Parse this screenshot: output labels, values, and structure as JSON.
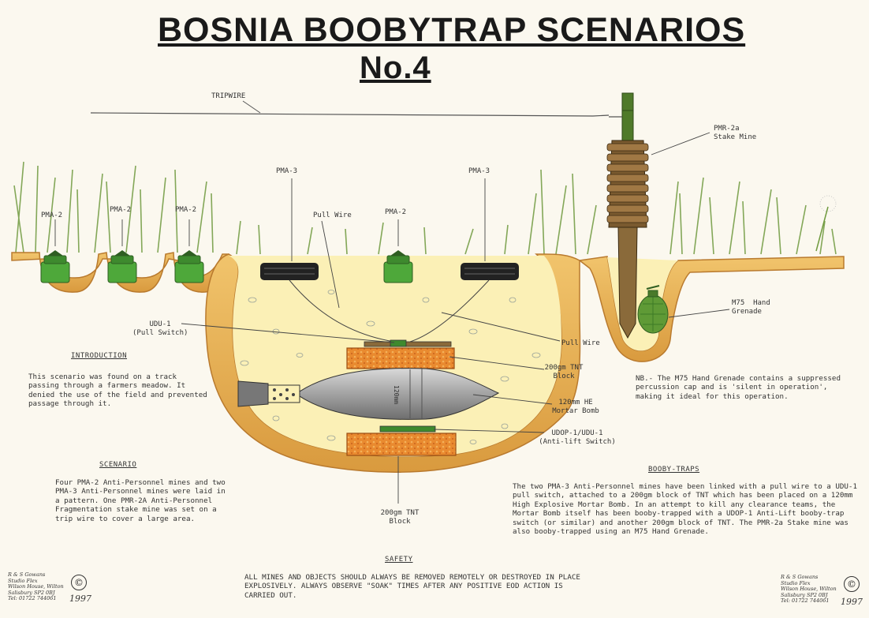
{
  "title": {
    "line1": "BOSNIA  BOOBYTRAP SCENARIOS",
    "line2": "No.4"
  },
  "labels": {
    "tripwire": "TRIPWIRE",
    "pma2": "PMA-2",
    "pma3": "PMA-3",
    "pull_wire": "Pull Wire",
    "pmr_line1": "PMR-2a",
    "pmr_line2": "Stake Mine",
    "m75_line1": "M75  Hand",
    "m75_line2": "Grenade",
    "udu_line1": "UDU-1",
    "udu_line2": "(Pull Switch)",
    "tnt_upper_line1": "200gm TNT",
    "tnt_upper_line2": "Block",
    "mortar_line1": "120mm HE",
    "mortar_line2": "Mortar Bomb",
    "udop_line1": "UDOP-1/UDU-1",
    "udop_line2": "(Anti-lift Switch)",
    "tnt_lower_line1": "200gm TNT",
    "tnt_lower_line2": "Block"
  },
  "introduction": {
    "heading": "INTRODUCTION",
    "text": "This scenario was found on a track passing through a farmers meadow. It denied the use of the field and prevented passage through it."
  },
  "scenario": {
    "heading": "SCENARIO",
    "text": "Four PMA-2 Anti-Personnel mines and two PMA-3 Anti-Personnel mines were laid in a pattern.    One PMR-2A Anti-Personnel Fragmentation stake mine was set on a trip wire to cover a large area."
  },
  "note": {
    "text": "NB.- The M75 Hand Grenade contains a suppressed percussion cap and is 'silent in operation', making it ideal for this operation."
  },
  "booby_traps": {
    "heading": "BOOBY-TRAPS",
    "text": "The two PMA-3 Anti-Personnel mines have been linked with a pull wire to a UDU-1 pull switch, attached to a 200gm block of TNT which has been placed on a 120mm High Explosive Mortar Bomb.  In an attempt to kill any clearance teams, the Mortar Bomb itself has been booby-trapped with a UDOP-1 Anti-Lift booby-trap switch (or similar) and another 200gm block of TNT. The PMR-2a Stake mine was also booby-trapped using an M75 Hand Grenade."
  },
  "safety": {
    "heading": "SAFETY",
    "text": "ALL MINES AND OBJECTS SHOULD ALWAYS BE REMOVED REMOTELY OR DESTROYED IN PLACE EXPLOSIVELY. ALWAYS OBSERVE \"SOAK\" TIMES AFTER ANY POSITIVE EOD ACTION IS CARRIED OUT."
  },
  "mortar_marking": "120mm",
  "credit": {
    "lines": [
      "R & S Gowans",
      "Studio Flex",
      "Wilson House, Wilton",
      "Salisbury SP2 0BJ",
      "Tel: 01722 744061"
    ],
    "copyright": "©",
    "year": "1997"
  },
  "colors": {
    "background": "#fbf8ef",
    "soil": "#e6b25a",
    "soil_edge": "#b97a2e",
    "pit_fill": "#fbf0b6",
    "mine_green": "#4ea83a",
    "tnt": "#e4882e",
    "grass": "#6f9a3e"
  }
}
